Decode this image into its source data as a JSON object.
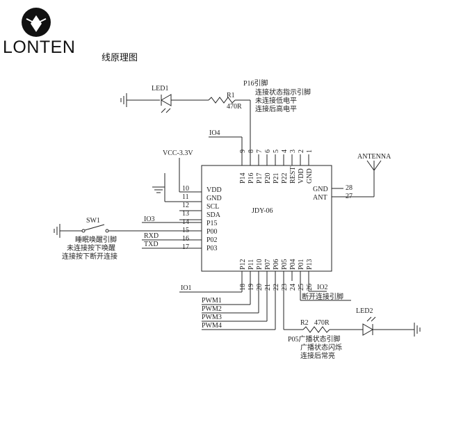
{
  "brand": {
    "name": "LONTEN"
  },
  "diagram_title": "线原理图",
  "chip": {
    "name": "JDY-06",
    "left_pins": [
      {
        "num": "10",
        "label": "VDD"
      },
      {
        "num": "11",
        "label": "GND"
      },
      {
        "num": "12",
        "label": "SCL"
      },
      {
        "num": "13",
        "label": "SDA"
      },
      {
        "num": "14",
        "label": "P15"
      },
      {
        "num": "15",
        "label": "P00"
      },
      {
        "num": "16",
        "label": "P02"
      },
      {
        "num": "17",
        "label": "P03"
      }
    ],
    "top_pins": [
      {
        "num": "9",
        "label": "P14"
      },
      {
        "num": "8",
        "label": "P16"
      },
      {
        "num": "7",
        "label": "P17"
      },
      {
        "num": "6",
        "label": "P20"
      },
      {
        "num": "5",
        "label": "P21"
      },
      {
        "num": "4",
        "label": "P22"
      },
      {
        "num": "3",
        "label": "REST"
      },
      {
        "num": "2",
        "label": "VDD"
      },
      {
        "num": "1",
        "label": "GND"
      }
    ],
    "right_pins": [
      {
        "num": "28",
        "label": "GND"
      },
      {
        "num": "27",
        "label": "ANT"
      }
    ],
    "bottom_pins": [
      {
        "num": "18",
        "label": "P12"
      },
      {
        "num": "19",
        "label": "P11"
      },
      {
        "num": "20",
        "label": "P10"
      },
      {
        "num": "21",
        "label": "P07"
      },
      {
        "num": "22",
        "label": "P06"
      },
      {
        "num": "23",
        "label": "P05"
      },
      {
        "num": "24",
        "label": "P04"
      },
      {
        "num": "25",
        "label": "P01"
      },
      {
        "num": "26",
        "label": "P13"
      }
    ]
  },
  "nets": {
    "io4": "IO4",
    "vcc": "VCC-3.3V",
    "io3": "IO3",
    "rxd": "RXD",
    "txd": "TXD",
    "io1": "IO1",
    "io2": "IO2",
    "pwm1": "PWM1",
    "pwm2": "PWM2",
    "pwm3": "PWM3",
    "pwm4": "PWM4",
    "antenna": "ANTENNA"
  },
  "components": {
    "led1": "LED1",
    "r1": "R1",
    "r1_value": "470R",
    "sw1": "SW1",
    "led2": "LED2",
    "r2": "R2",
    "r2_value": "470R"
  },
  "notes": {
    "p16": [
      "P16引脚",
      "连接状态指示引脚",
      "未连接低电平",
      "连接后高电平"
    ],
    "sw1": [
      "睡眠唤醒引脚",
      "未连接按下唤醒",
      "连接按下断开连接"
    ],
    "p01": "断开连接引脚",
    "p05": [
      "P05广播状态引脚",
      "广播状态闪烁",
      "连接后常亮"
    ]
  }
}
